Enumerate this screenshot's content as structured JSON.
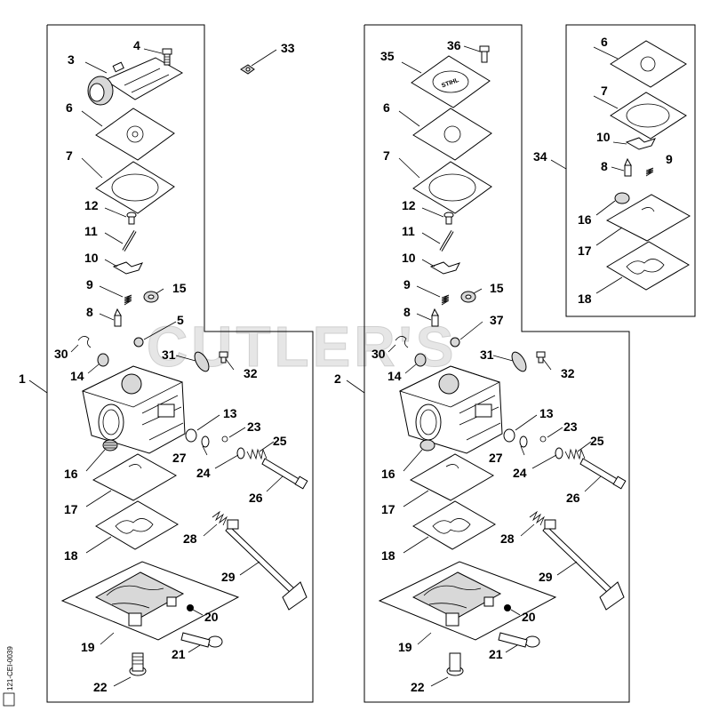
{
  "watermark": "CUTLER'S",
  "drawing_code": "121-CEI-0039",
  "stamp_logo": "STIHL",
  "callouts": {
    "1": "1",
    "2": "2",
    "3": "3",
    "4": "4",
    "5": "5",
    "6": "6",
    "7": "7",
    "8": "8",
    "9": "9",
    "10": "10",
    "11": "11",
    "12": "12",
    "13": "13",
    "14": "14",
    "15": "15",
    "16": "16",
    "17": "17",
    "18": "18",
    "19": "19",
    "20": "20",
    "21": "21",
    "22": "22",
    "23": "23",
    "24": "24",
    "25": "25",
    "26": "26",
    "27": "27",
    "28": "28",
    "29": "29",
    "30": "30",
    "31": "31",
    "32": "32",
    "33": "33",
    "34": "34",
    "35": "35",
    "36": "36",
    "37": "37"
  }
}
